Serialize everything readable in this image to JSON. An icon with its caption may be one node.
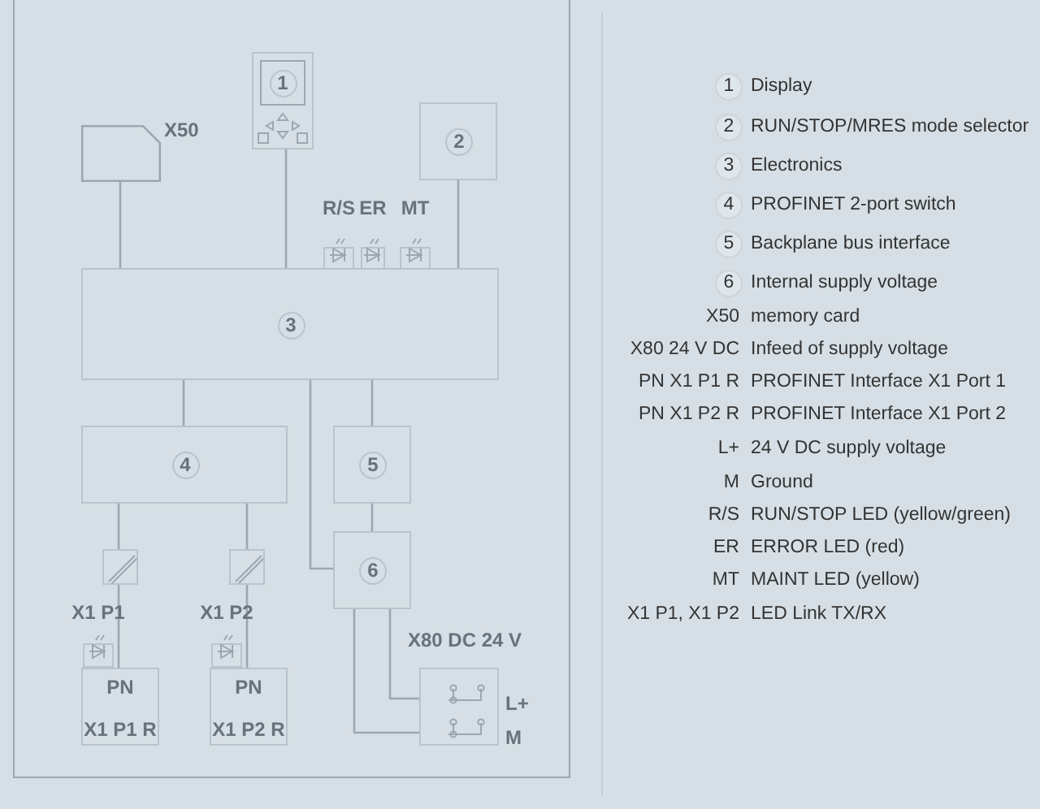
{
  "diagram": {
    "nodes": [
      {
        "text": [],
        "shape": "box",
        "beside": [
          "X50"
        ]
      },
      {
        "text": [
          "1"
        ]
      },
      {
        "text": [
          "2"
        ]
      },
      {
        "text": [
          "R/S"
        ]
      },
      {
        "text": [
          "ER"
        ]
      },
      {
        "text": [
          "MT"
        ]
      },
      {
        "text": [
          "3"
        ]
      },
      {
        "text": [
          "4"
        ]
      },
      {
        "text": [
          "5"
        ]
      },
      {
        "text": [
          "6"
        ]
      },
      {
        "text": [],
        "shape": "box"
      },
      {
        "text": [],
        "shape": "box"
      },
      {
        "text": [
          "X1 P1"
        ]
      },
      {
        "text": [
          "X1 P2"
        ]
      },
      {
        "text": [
          "PN",
          "X1 P1 R"
        ]
      },
      {
        "text": [
          "PN",
          "X1 P2 R"
        ]
      },
      {
        "text": [
          "X80 DC 24 V"
        ],
        "beside": [
          "L+",
          "M"
        ]
      }
    ],
    "edges": [
      {
        "from": 0,
        "to": 6,
        "arrow": "none"
      },
      {
        "from": 1,
        "to": 6,
        "arrow": "none"
      },
      {
        "from": 2,
        "to": 6,
        "arrow": "none"
      },
      {
        "from": 6,
        "to": 7,
        "arrow": "none"
      },
      {
        "from": 6,
        "to": 8,
        "arrow": "none"
      },
      {
        "from": 6,
        "to": 9,
        "arrow": "none"
      },
      {
        "from": 8,
        "to": 9,
        "arrow": "none"
      },
      {
        "from": 7,
        "to": 10,
        "arrow": "none"
      },
      {
        "from": 10,
        "to": 14,
        "arrow": "none"
      },
      {
        "from": 7,
        "to": 11,
        "arrow": "none"
      },
      {
        "from": 11,
        "to": 15,
        "arrow": "none"
      },
      {
        "from": 9,
        "to": 16,
        "arrow": "none"
      },
      {
        "from": 9,
        "to": 16,
        "arrow": "none"
      }
    ],
    "labels": [
      "1",
      "Display",
      "2",
      "RUN/STOP/MRES mode selector",
      "3",
      "Electronics",
      "4",
      "PROFINET 2-port switch",
      "5",
      "Backplane bus interface",
      "6",
      "Internal supply voltage",
      "X50",
      "memory card",
      "X80 24 V DC",
      "Infeed of supply voltage",
      "PN X1 P1 R",
      "PROFINET Interface X1 Port 1",
      "PN X1 P2 R",
      "PROFINET Interface X1 Port 2",
      "L+",
      "24 V DC supply voltage",
      "M",
      "Ground",
      "R/S",
      "RUN/STOP LED (yellow/green)",
      "ER",
      "ERROR LED (red)",
      "MT",
      "MAINT LED (yellow)",
      "X1 P1, X1 P2",
      "LED Link TX/RX"
    ]
  }
}
